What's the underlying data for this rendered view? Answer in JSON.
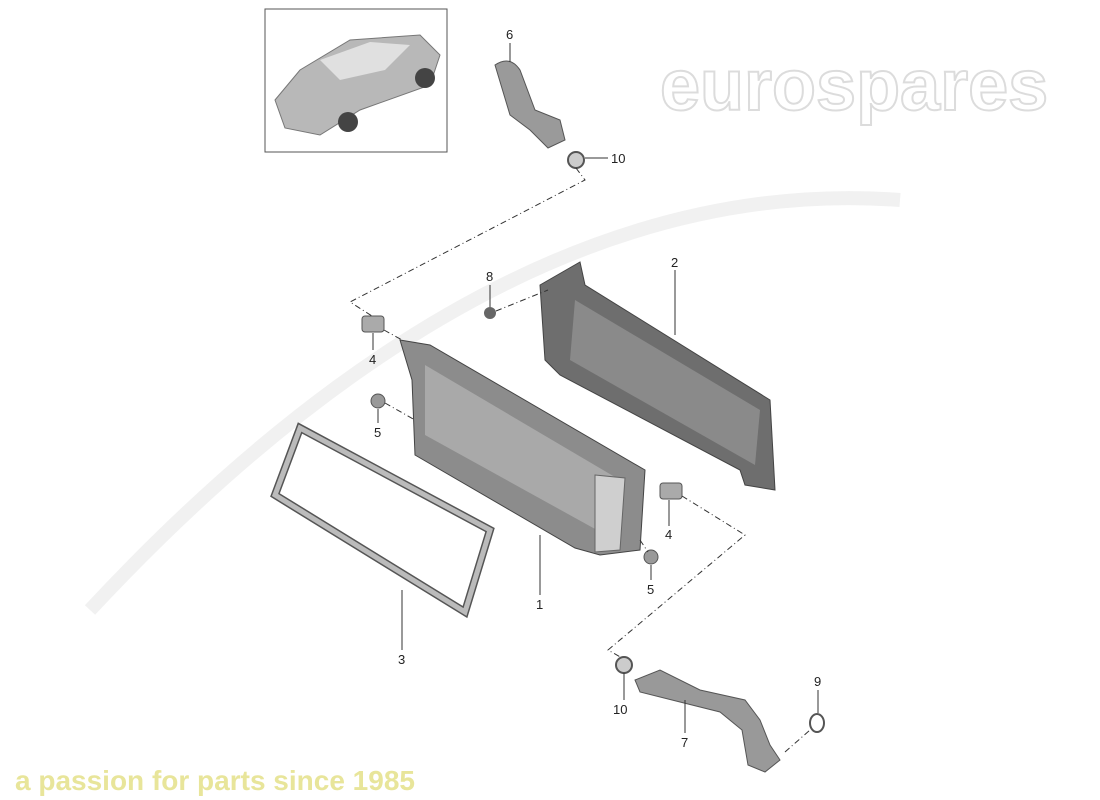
{
  "watermark": {
    "brand": "eurospares",
    "tagline": "a passion for parts since 1985",
    "brand_color": "#e6e6e6",
    "tagline_color": "#f2f0a8"
  },
  "callouts": {
    "p1": "1",
    "p2": "2",
    "p3": "3",
    "p4a": "4",
    "p4b": "4",
    "p5a": "5",
    "p5b": "5",
    "p6": "6",
    "p7": "7",
    "p8": "8",
    "p9": "9",
    "p10a": "10",
    "p10b": "10"
  },
  "parts": [
    "vehicle-thumbnail",
    "radiator",
    "radiator-bracket",
    "radiator-frame",
    "bushing",
    "grommet",
    "coolant-hose-upper",
    "coolant-hose-lower",
    "nut",
    "o-ring",
    "hose-clamp"
  ]
}
